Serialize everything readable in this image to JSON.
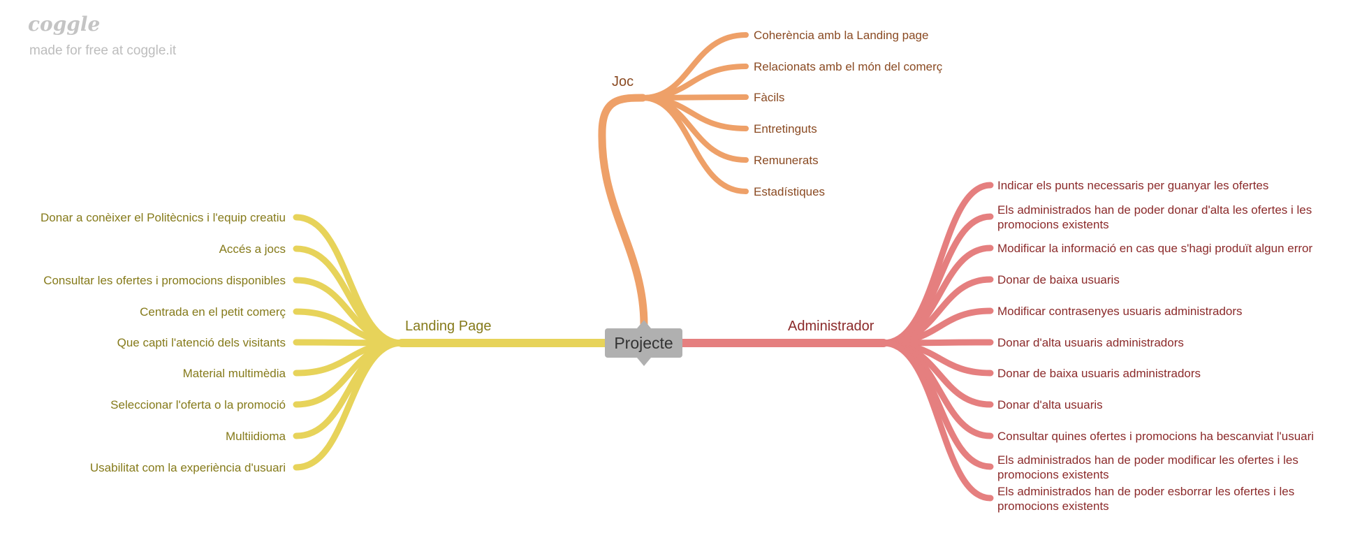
{
  "watermark": {
    "logo": "coggle",
    "tagline": "made for free at coggle.it"
  },
  "colors": {
    "joc": "#eea068",
    "landing": "#e7d35a",
    "admin": "#e57f7f",
    "root": "#b0b0b0"
  },
  "root": {
    "label": "Projecte"
  },
  "joc": {
    "label": "Joc",
    "items": [
      "Coherència amb la Landing page",
      "Relacionats amb el món del comerç",
      "Fàcils",
      "Entretinguts",
      "Remunerats",
      "Estadístiques"
    ]
  },
  "landing": {
    "label": "Landing Page",
    "items": [
      "Donar a conèixer el Politècnics i l'equip creatiu",
      "Accés a jocs",
      "Consultar les ofertes i promocions disponibles",
      "Centrada en el petit comerç",
      "Que capti l'atenció dels visitants",
      "Material multimèdia",
      "Seleccionar l'oferta o la promoció",
      "Multiidioma",
      "Usabilitat com la experiència d'usuari"
    ]
  },
  "admin": {
    "label": "Administrador",
    "items": [
      "Indicar els punts necessaris per guanyar les ofertes",
      "Els administrados han de poder donar d'alta les ofertes i les promocions existents",
      "Modificar la informació en cas que s'hagi produït algun error",
      "Donar de baixa usuaris",
      "Modificar contrasenyes usuaris administradors",
      "Donar d'alta usuaris administradors",
      "Donar de baixa usuaris administradors",
      "Donar d'alta usuaris",
      "Consultar quines ofertes i promocions ha bescanviat l'usuari",
      "Els administrados han de poder modificar les ofertes i les promocions existents",
      "Els administrados han de poder esborrar les ofertes i les promocions existents"
    ]
  }
}
